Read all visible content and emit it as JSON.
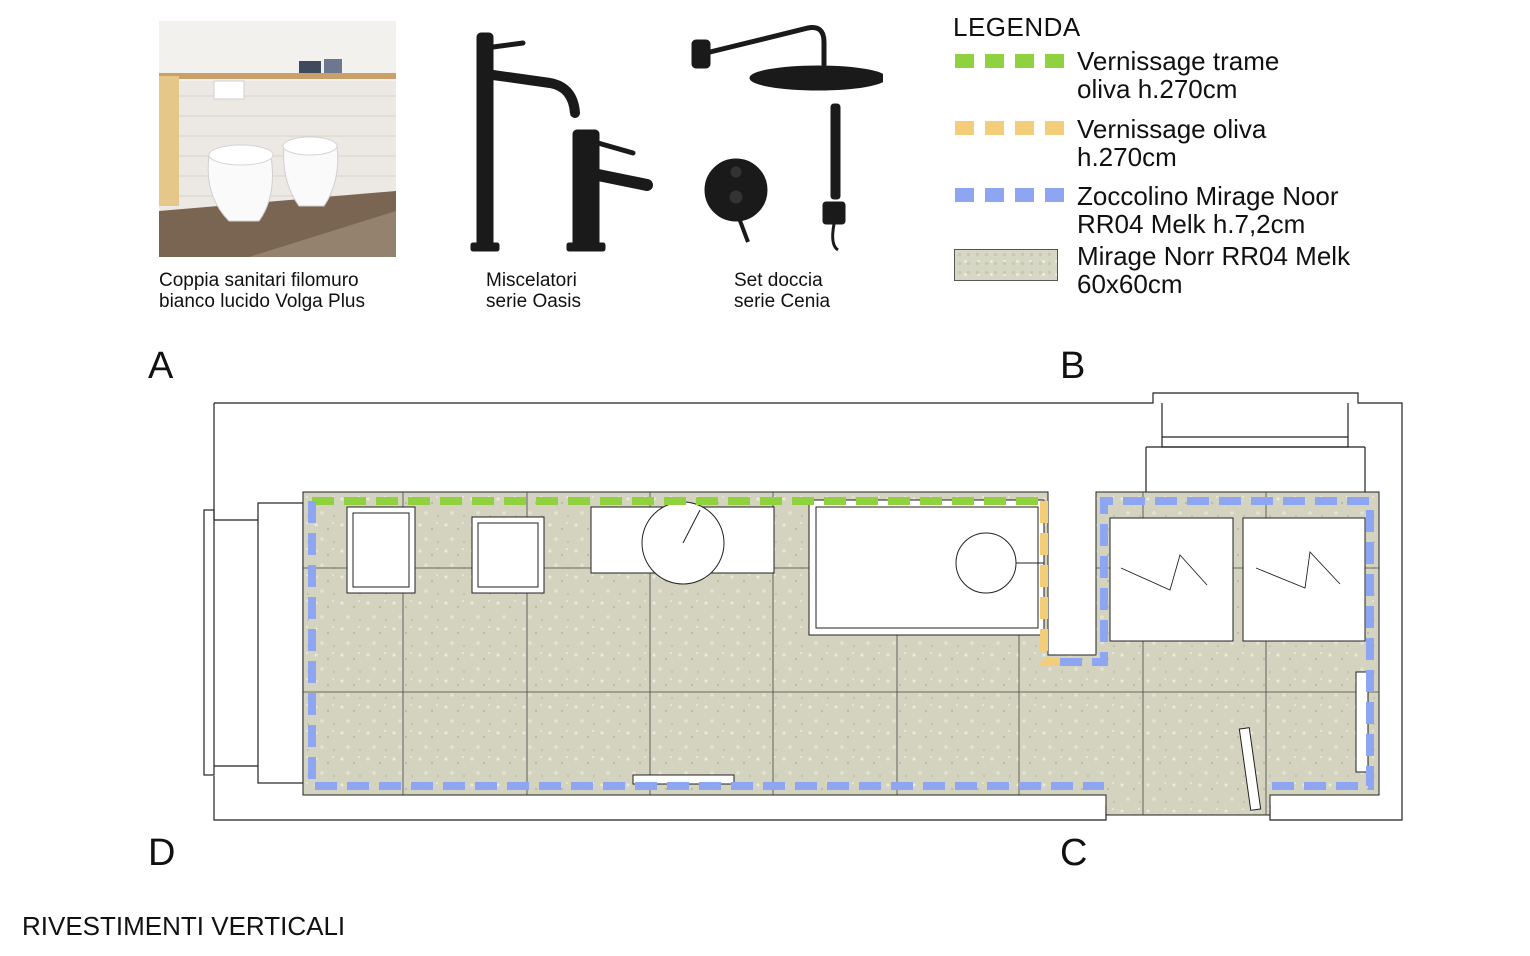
{
  "products": [
    {
      "caption": "Coppia sanitari filomuro\nbianco lucido Volga Plus",
      "image": "toilet-bidet-photo"
    },
    {
      "caption": "Miscelatori\nserie Oasis",
      "image": "mixer-taps-icon"
    },
    {
      "caption": "Set doccia\nserie Cenia",
      "image": "shower-set-icon"
    }
  ],
  "legend": {
    "title": "LEGENDA",
    "items": [
      {
        "label": "Vernissage trame\noliva h.270cm",
        "style": "dashed",
        "color": "#8fd13f"
      },
      {
        "label": "Vernissage oliva\nh.270cm",
        "style": "dashed",
        "color": "#f4cd7a"
      },
      {
        "label": "Zoccolino Mirage Noor\nRR04 Melk h.7,2cm",
        "style": "dashed",
        "color": "#8ea6f2"
      },
      {
        "label": "Mirage Norr RR04 Melk\n60x60cm",
        "style": "tile",
        "color": "#d7d7c5"
      }
    ]
  },
  "plan": {
    "corners": {
      "a": "A",
      "b": "B",
      "c": "C",
      "d": "D"
    },
    "tile_color": "#d3d3bf",
    "wall_line_color": "#222222"
  },
  "footer": {
    "title": "RIVESTIMENTI VERTICALI"
  }
}
